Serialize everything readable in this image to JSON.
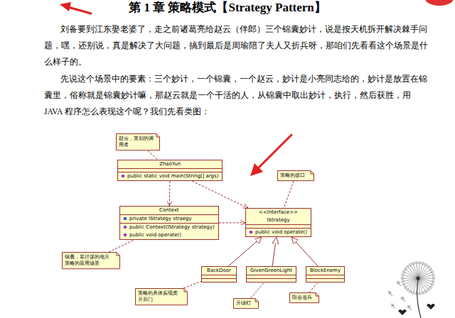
{
  "diagram": {
    "title": "第 1 章 策略模式【Strategy Pattern】",
    "nodes": [
      {
        "text": [
          "赵云，策划的调用者"
        ]
      },
      {
        "text": [
          "ZhaoYun",
          "public static void main(String[] args)"
        ]
      },
      {
        "text": [
          "策略的接口"
        ]
      },
      {
        "text": [
          "Context",
          "private IStrategy straegy",
          "public Context(IStrategy strategy)",
          "public void operate()"
        ]
      },
      {
        "text": [
          "<<Interface>>",
          "IStrategy",
          "public void operate()"
        ]
      },
      {
        "text": [
          "锦囊，装计谋的地方 策略的应用场景"
        ]
      },
      {
        "text": [
          "BackDoor"
        ]
      },
      {
        "text": [
          "GivenGreenLight"
        ]
      },
      {
        "text": [
          "BlockEnemy"
        ]
      },
      {
        "text": [
          "策略的具体实现类 开后门"
        ]
      },
      {
        "text": [
          "阻击追兵"
        ]
      },
      {
        "text": [
          "开绿灯"
        ]
      }
    ],
    "edges": [
      {
        "from": 1,
        "to": 3,
        "arrow": "to"
      },
      {
        "from": 1,
        "to": 4,
        "arrow": "to"
      },
      {
        "from": 3,
        "to": 4,
        "arrow": "to"
      },
      {
        "from": 6,
        "to": 4,
        "arrow": "to"
      },
      {
        "from": 7,
        "to": 4,
        "arrow": "to"
      },
      {
        "from": 8,
        "to": 4,
        "arrow": "to"
      },
      {
        "from": 0,
        "to": 1,
        "arrow": "none"
      },
      {
        "from": 2,
        "to": 4,
        "arrow": "none"
      },
      {
        "from": 5,
        "to": 3,
        "arrow": "none"
      },
      {
        "from": 9,
        "to": 6,
        "arrow": "none"
      },
      {
        "from": 11,
        "to": 7,
        "arrow": "none"
      },
      {
        "from": 10,
        "to": 8,
        "arrow": "none"
      }
    ],
    "labels": [
      "刘备要到江东娶老婆了，走之前诸葛亮给赵云（伴郎）三个锦囊妙计，说是按天机拆开解决棘手问题，嘿，还别说，真是解决了大问题，搞到最后是周瑜陪了夫人又折兵呀，那咱们先看看这个场景是什么样子的。",
      "先说这个场景中的要素：三个妙计，一个锦囊，一个赵云，妙计是小亮同志给的，妙计是放置在锦囊里，俗称就是锦囊妙计嘛，那赵云就是一个干活的人，从锦囊中取出妙计，执行，然后获胜，用 JAVA 程序怎么表现这个呢？我们先看类图："
    ]
  }
}
